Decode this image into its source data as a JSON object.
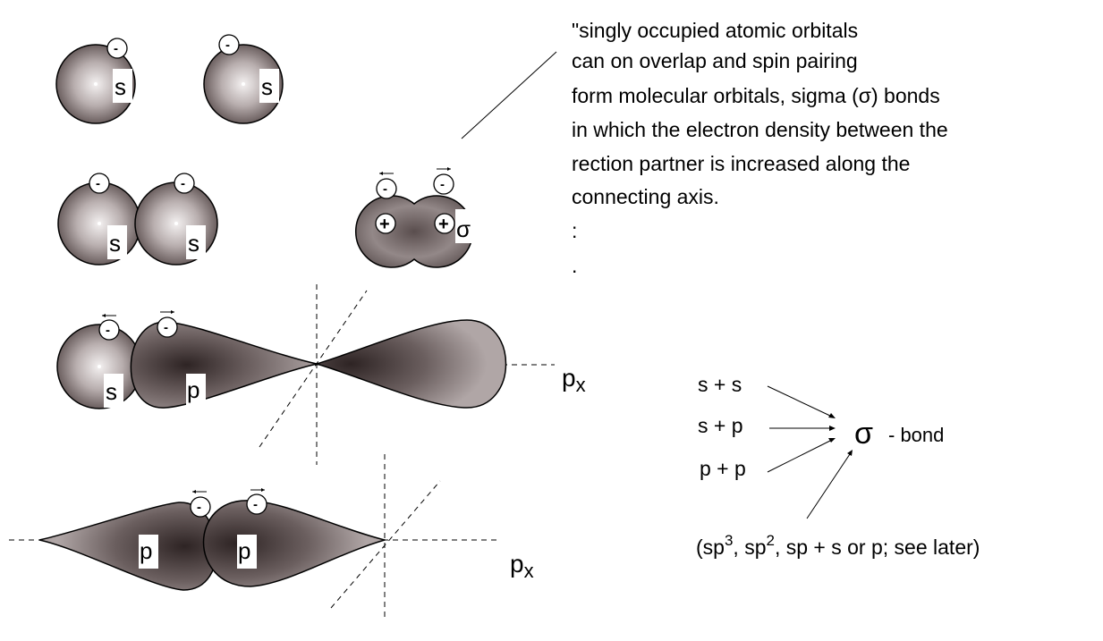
{
  "description": {
    "lines": [
      "\"singly occupied atomic orbitals",
      " can on overlap and spin pairing",
      "form molecular orbitals, sigma (σ) bonds",
      "in which the electron density between the",
      "rection partner is increased along the",
      "connecting axis.",
      ":",
      "."
    ]
  },
  "orbital_labels": {
    "s": "s",
    "p": "p",
    "sigma": "σ",
    "axis_px": "p",
    "axis_px_sub": "x",
    "electron": "-",
    "plus": "+"
  },
  "summary": {
    "rows": [
      "s + s",
      "s + p",
      "p + p"
    ],
    "sigma_symbol": "σ",
    "bond_label": "- bond",
    "hybrid_open": "(sp",
    "hybrid_sup1": "3",
    "hybrid_mid": ", sp",
    "hybrid_sup2": "2",
    "hybrid_rest": ", sp + s or p; see later)"
  },
  "colors": {
    "orbital_center": "#f2efef",
    "orbital_edge": "#6e6262",
    "lobe_core": "#332929",
    "lobe_edge": "#9a8e8e"
  }
}
